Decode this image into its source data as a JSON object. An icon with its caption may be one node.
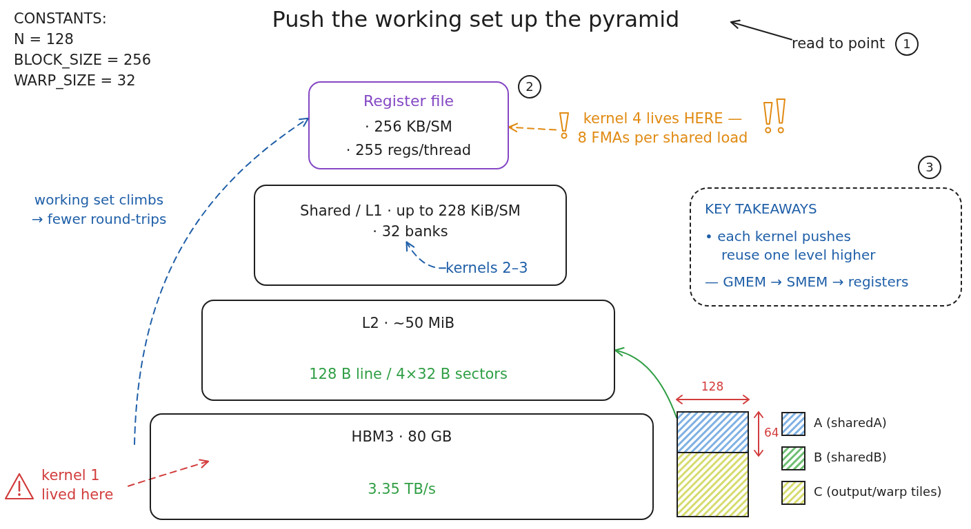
{
  "diagram": {
    "title": "Push the working set up the pyramid",
    "nodes": [
      {
        "text": [
          "read to point"
        ]
      },
      {
        "text": [
          "1"
        ]
      },
      {
        "text": [
          "Register file",
          "· 256 KB/SM",
          "· 255 regs/thread"
        ]
      },
      {
        "text": [
          "2"
        ]
      },
      {
        "text": [
          "kernel 4 lives HERE — 8 FMAs per shared load"
        ]
      },
      {
        "text": [
          "Shared / L1 · up to 228 KiB/SM"
        ]
      },
      {
        "text": [
          "· 32 banks"
        ],
        "in": 5
      },
      {
        "text": [
          "kernels 2–3"
        ],
        "in": 5
      },
      {
        "text": [
          "3"
        ]
      },
      {
        "text": [
          "KEY TAKEAWAYS",
          "• each kernel pushes reuse one level higher",
          "— GMEM → SMEM → registers"
        ]
      },
      {
        "text": [
          "L2 · ~50 MiB",
          "128 B line / 4×32 B sectors"
        ]
      },
      {
        "text": [],
        "shape": "box"
      },
      {
        "text": [
          "HBM3 · 80 GB",
          "3.35 TB/s"
        ]
      },
      {
        "text": [
          "kernel 1 lived here"
        ]
      }
    ],
    "edges": [
      {
        "from": 0,
        "to": null,
        "arrow": "to",
        "color": "#1e1e1e"
      },
      {
        "from": 4,
        "to": 2,
        "arrow": "to",
        "style": "dashed",
        "color": "#e08a12"
      },
      {
        "from": 7,
        "to": 6,
        "arrow": "to",
        "style": "dashed",
        "color": "#1f5fa8"
      },
      {
        "from": null,
        "to": 2,
        "arrow": "to",
        "style": "dashed",
        "color": "#1f5fa8",
        "label": "working set climbs → fewer round-trips"
      },
      {
        "from": 11,
        "to": 10,
        "arrow": "to",
        "color": "#2f9e44"
      },
      {
        "from": 13,
        "to": 12,
        "arrow": "to",
        "style": "dashed",
        "color": "#d23c3c"
      }
    ],
    "labels": [
      "CONSTANTS:",
      "N = 128",
      "BLOCK_SIZE = 256",
      "WARP_SIZE = 32",
      "128",
      "64"
    ],
    "legend": [
      {
        "text": "A (sharedA)",
        "color": "#7fb0e3"
      },
      {
        "text": "B (sharedB)",
        "color": "#6cbf70"
      },
      {
        "text": "C (output/warp tiles)",
        "color": "#d6db6e"
      }
    ]
  }
}
